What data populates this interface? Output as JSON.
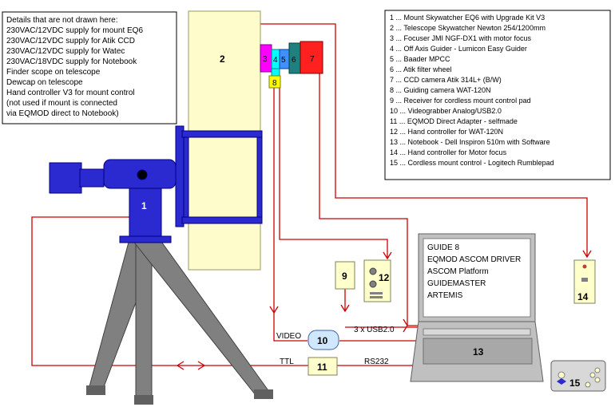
{
  "notes": {
    "lines": [
      "Details that are not drawn here:",
      "230VAC/12VDC supply for mount EQ6",
      "230VAC/12VDC supply for Atik CCD",
      "230VAC/12VDC supply for Watec",
      "230VAC/18VDC supply for Notebook",
      "Finder scope on telescope",
      "Dewcap on telescope",
      "Hand controller V3 for mount control",
      "(not used if mount is connected",
      "via EQMOD direct to Notebook)"
    ]
  },
  "legend": {
    "items": [
      "1 ... Mount Skywatcher EQ6 with Upgrade Kit V3",
      "2 ... Telescope Skywatcher Newton 254/1200mm",
      "3 ... Focuser JMI NGF-DX1 with motor focus",
      "4 ... Off Axis Guider - Lumicon Easy Guider",
      "5 ... Baader MPCC",
      "6 ... Atik filter wheel",
      "7 ... CCD camera Atik 314L+ (B/W)",
      "8 ... Guiding camera WAT-120N",
      "9 ... Receiver for cordless mount control pad",
      "10 ... Videograbber Analog/USB2.0",
      "11 ... EQMOD Direct Adapter - selfmade",
      "12 ... Hand controller for WAT-120N",
      "13 ... Notebook - Dell Inspiron 510m with Software",
      "14 ... Hand controller for Motor focus",
      "15 ... Cordless mount control - Logitech Rumblepad"
    ]
  },
  "software": {
    "items": [
      "GUIDE 8",
      "EQMOD ASCOM DRIVER",
      "ASCOM Platform",
      "GUIDEMASTER",
      "ARTEMIS"
    ]
  },
  "labels": {
    "n1": "1",
    "n2": "2",
    "n3": "3",
    "n4": "4",
    "n5": "5",
    "n6": "6",
    "n7": "7",
    "n8": "8",
    "n9": "9",
    "n10": "10",
    "n11": "11",
    "n12": "12",
    "n13": "13",
    "n14": "14",
    "n15": "15",
    "video": "VIDEO",
    "usb": "3 x USB2.0",
    "ttl": "TTL",
    "rs232": "RS232"
  },
  "colors": {
    "mount_blue": "#2a2ad0",
    "tube_yellow": "#fffccc",
    "wire_red": "#cc0000",
    "focuser_magenta": "#ff00ff",
    "oag_cyan": "#00ffff",
    "mpcc_blue": "#4090ff",
    "wheel_teal": "#208080",
    "ccd_red": "#ff2020",
    "guide_yellow": "#ffff00",
    "tripod_gray": "#808080",
    "box_cream": "#ffffcc",
    "laptop_gray": "#c0c0c0",
    "grabber_blue": "#cfe8ff",
    "pad_gray": "#d8d8d8"
  }
}
